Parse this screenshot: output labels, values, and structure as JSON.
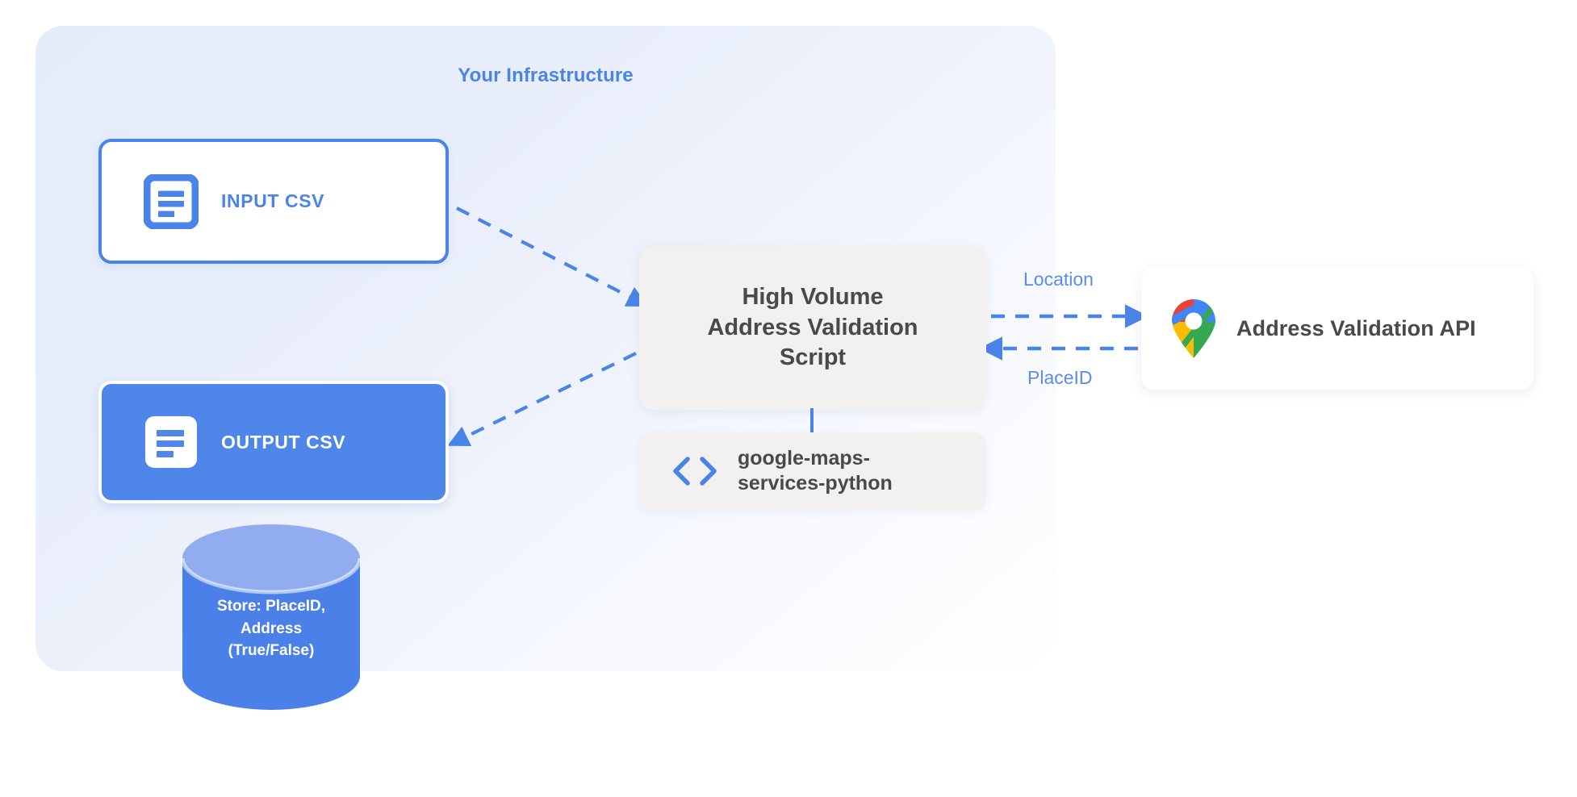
{
  "panel": {
    "title": "Your Infrastructure",
    "accent_color": "#4b84e8",
    "background_color": "#e5ebf9"
  },
  "nodes": {
    "input_csv": {
      "label": "INPUT CSV",
      "icon": "document-icon",
      "fill": "#ffffff",
      "border_color": "#4b84e8",
      "text_color": "#4b84e8"
    },
    "output_csv": {
      "label": "OUTPUT CSV",
      "icon": "document-icon",
      "fill": "#4f86e9",
      "border_color": "#ffffff",
      "text_color": "#ffffff"
    },
    "script": {
      "label": "High Volume\nAddress Validation\nScript",
      "fill": "#f2f1ef",
      "text_color": "#494949"
    },
    "library": {
      "label": "google-maps-\nservices-python",
      "icon": "code-brackets-icon",
      "fill": "#f2f1ef",
      "icon_color": "#4b84e8",
      "text_color": "#494949"
    },
    "api": {
      "label": "Address Validation API",
      "icon": "google-maps-pin-icon",
      "fill": "#ffffff",
      "text_color": "#494949"
    },
    "database": {
      "label": "Store: PlaceID,\nAddress\n(True/False)",
      "body_color": "#4b80e8",
      "top_color": "#91adf0",
      "text_color": "#ffffff"
    }
  },
  "edges": {
    "location_label": "Location",
    "placeid_label": "PlaceID",
    "line_color": "#4b84e8",
    "style": "dashed"
  }
}
